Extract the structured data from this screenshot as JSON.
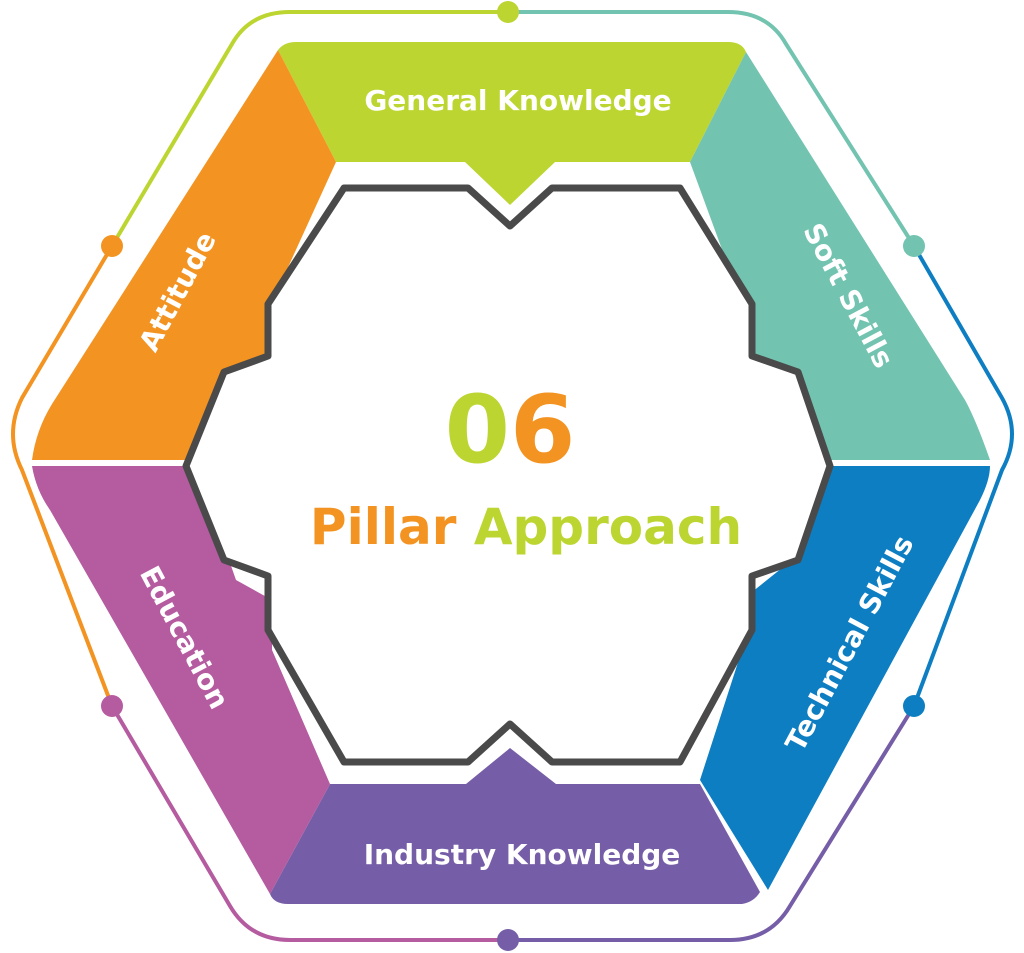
{
  "center": {
    "number_first_digit": "0",
    "number_second_digit": "6",
    "title_word_1": "Pillar",
    "title_word_2": "Approach"
  },
  "segments": [
    {
      "label": "General Knowledge",
      "color": "#BDD531"
    },
    {
      "label": "Soft Skills",
      "color": "#72C3B0"
    },
    {
      "label": "Technical Skills",
      "color": "#0E7EC3"
    },
    {
      "label": "Industry Knowledge",
      "color": "#755EA7"
    },
    {
      "label": "Education",
      "color": "#B55BA0"
    },
    {
      "label": "Attitude",
      "color": "#F39321"
    }
  ],
  "colors": {
    "green": "#BDD531",
    "orange": "#F39321",
    "outline_dark": "#4A4A4A"
  }
}
